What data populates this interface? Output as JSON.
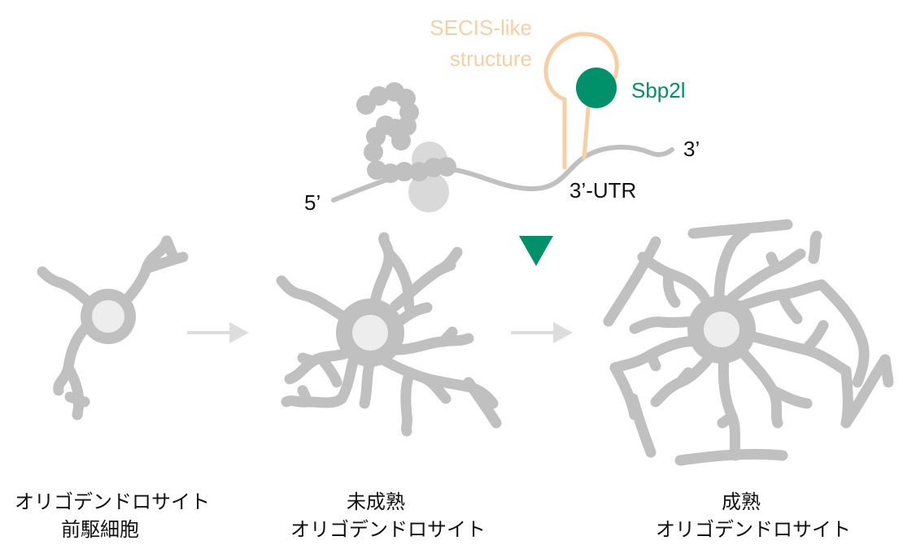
{
  "mrna": {
    "five_prime": "5’",
    "three_prime": "3’",
    "utr_label": "3’-UTR",
    "secis_line1": "SECIS-like",
    "secis_line2": "structure",
    "protein_label": "Sbp2l"
  },
  "stages": [
    {
      "line1": "オリゴデンドロサイト",
      "line2": "前駆細胞"
    },
    {
      "line1": "未成熟",
      "line2": "オリゴデンドロサイト"
    },
    {
      "line1": "成熟",
      "line2": "オリゴデンドロサイト"
    }
  ],
  "colors": {
    "cell_gray": "#c0c0c0",
    "nucleus": "#ededed",
    "secis_orange": "#f8cfa5",
    "sbp2l_green": "#00916a",
    "arrow_gray": "#dddddd",
    "ribosome_light": "#d9d9d9"
  }
}
